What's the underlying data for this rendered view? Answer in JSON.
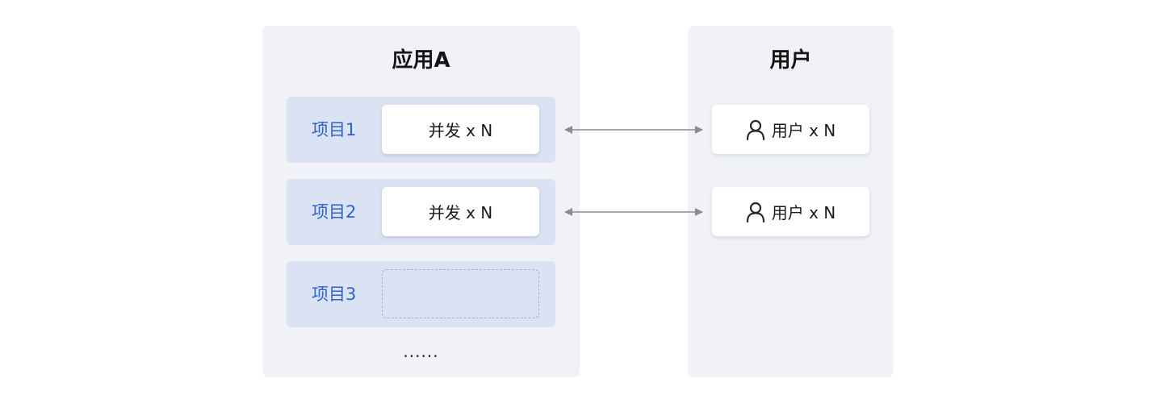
{
  "app_panel": {
    "title": "应用A",
    "projects": [
      {
        "label": "项目1",
        "concurrency": "并发 x N"
      },
      {
        "label": "项目2",
        "concurrency": "并发 x N"
      },
      {
        "label": "项目3",
        "concurrency": ""
      }
    ],
    "more": "......"
  },
  "user_panel": {
    "title": "用户",
    "users": [
      {
        "label": "用户 x N",
        "icon": "user-icon"
      },
      {
        "label": "用户 x N",
        "icon": "user-icon"
      }
    ]
  },
  "colors": {
    "panel_bg": "#f0f2f7",
    "row_bg": "#dbe2f3",
    "accent_text": "#2d63c8",
    "arrow": "#8c8c8c"
  }
}
